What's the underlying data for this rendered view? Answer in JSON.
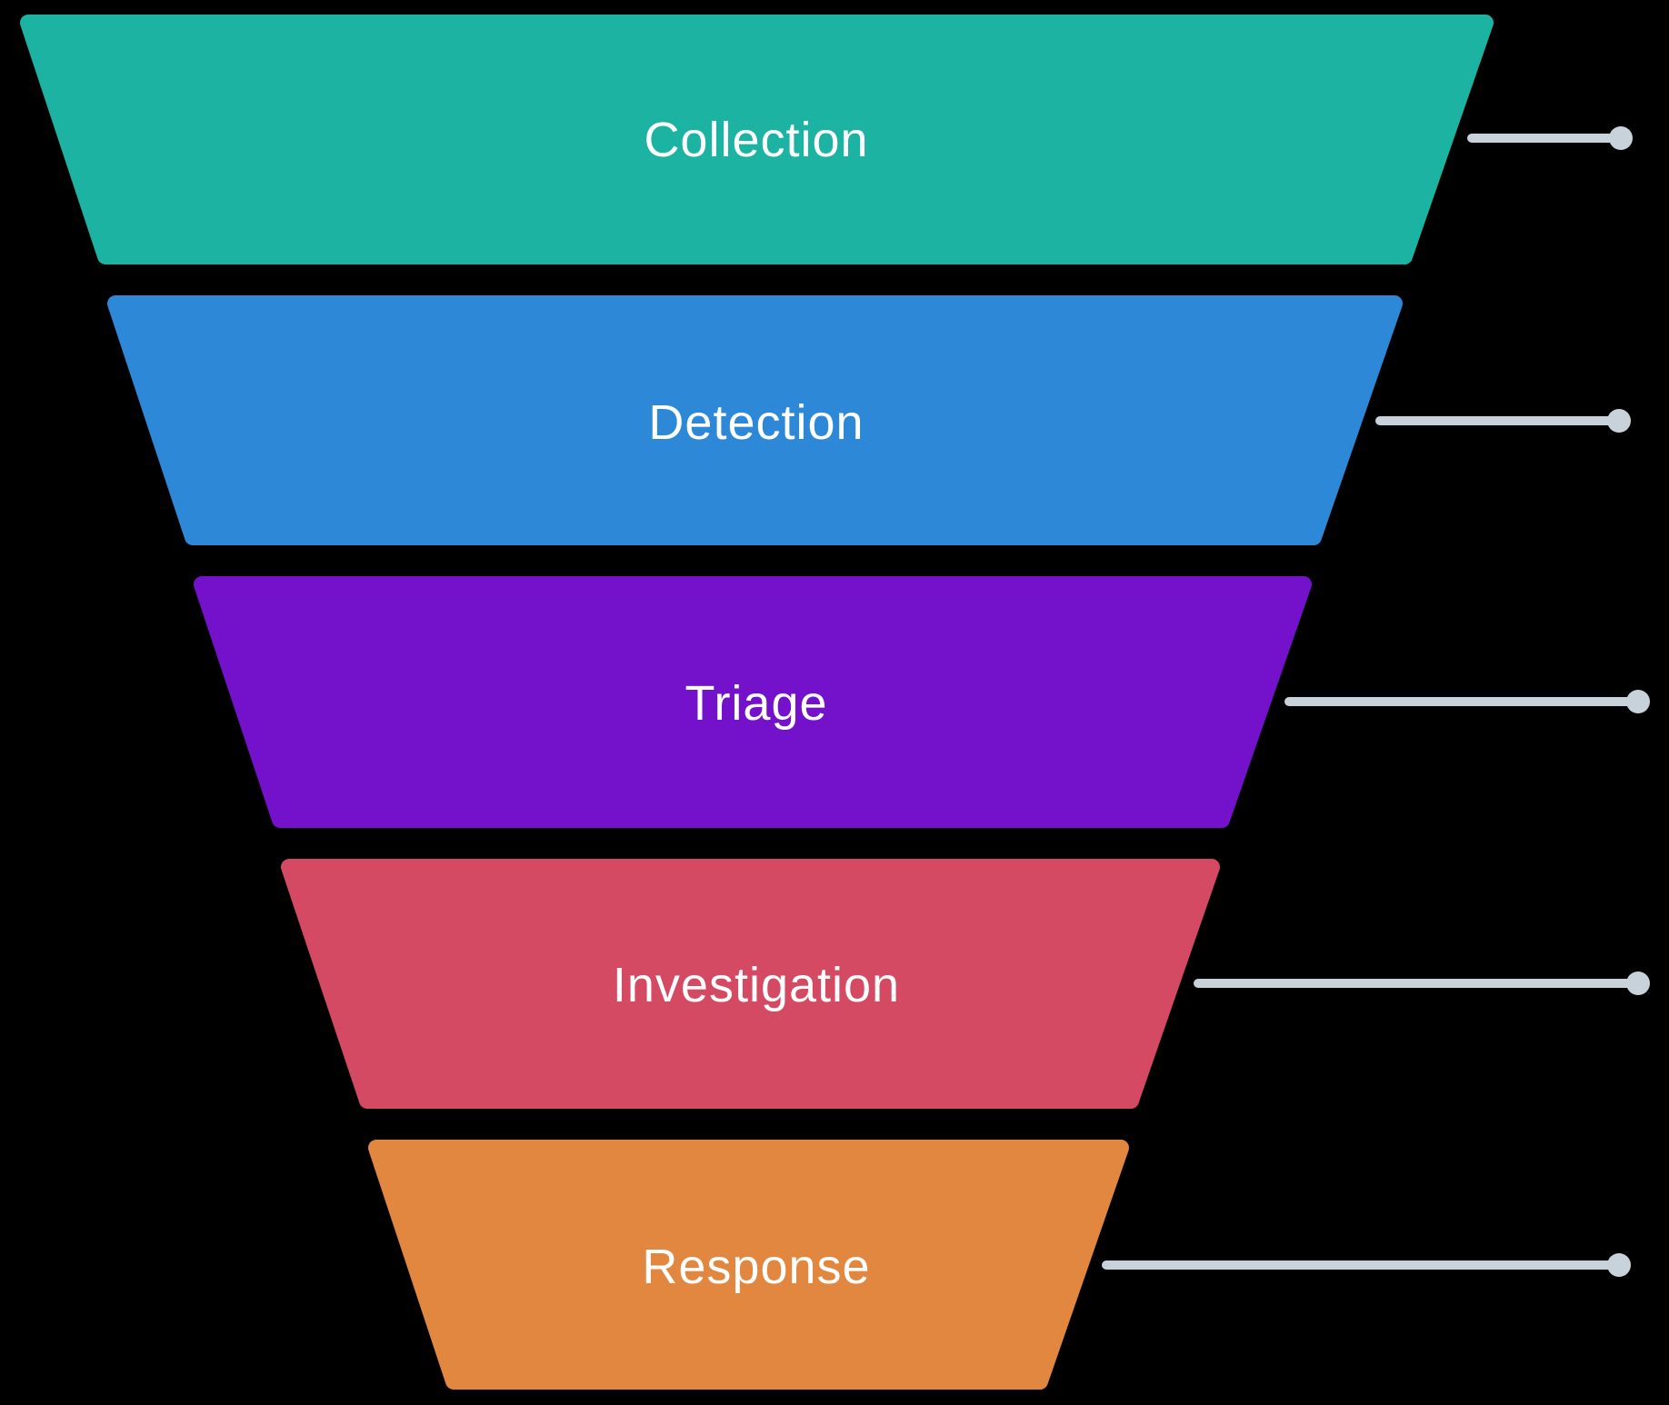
{
  "diagram": {
    "type": "funnel",
    "background": "#000000",
    "text_color": "#ffffff",
    "connector_color": "#c8d2db"
  },
  "stages": [
    {
      "label": "Collection",
      "color": "#1db3a2"
    },
    {
      "label": "Detection",
      "color": "#2d89d8"
    },
    {
      "label": "Triage",
      "color": "#7412cb"
    },
    {
      "label": "Investigation",
      "color": "#d54a63"
    },
    {
      "label": "Response",
      "color": "#e28740"
    }
  ]
}
